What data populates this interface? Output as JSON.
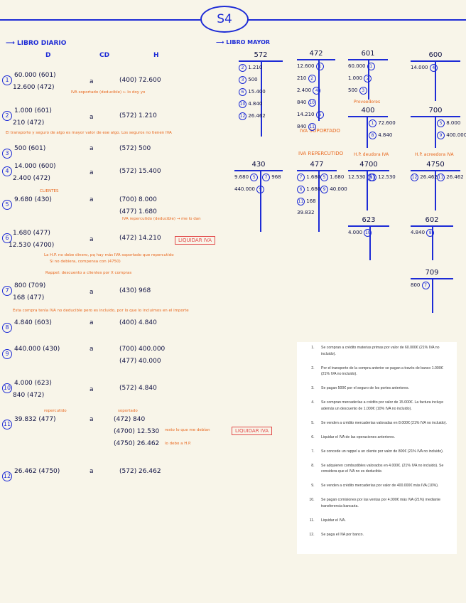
{
  "title": "S4",
  "libro_diario": {
    "heading": "LIBRO DIARIO",
    "cols": {
      "d": "D",
      "cd": "CD",
      "h": "H"
    },
    "entries": [
      {
        "n": "1",
        "debit": [
          "60.000 (601)",
          "12.600 (472)"
        ],
        "credit": [
          "(400) 72.600"
        ]
      },
      {
        "n": "2",
        "debit": [
          "1.000 (601)",
          "210 (472)"
        ],
        "credit": [
          "(572) 1.210"
        ]
      },
      {
        "n": "3",
        "debit": [
          "500 (601)"
        ],
        "credit": [
          "(572) 500"
        ]
      },
      {
        "n": "4",
        "debit": [
          "14.000 (600)",
          "2.400 (472)"
        ],
        "credit": [
          "(572) 15.400"
        ]
      },
      {
        "n": "5",
        "debit": [
          "9.680 (430)"
        ],
        "credit": [
          "(700) 8.000",
          "(477) 1.680"
        ]
      },
      {
        "n": "6",
        "debit": [
          "1.680 (477)",
          "12.530 (4700)"
        ],
        "credit": [
          "(472) 14.210"
        ]
      },
      {
        "n": "7",
        "debit": [
          "800 (709)",
          "168 (477)"
        ],
        "credit": [
          "(430) 968"
        ]
      },
      {
        "n": "8",
        "debit": [
          "4.840 (603)"
        ],
        "credit": [
          "(400) 4.840"
        ]
      },
      {
        "n": "9",
        "debit": [
          "440.000 (430)"
        ],
        "credit": [
          "(700) 400.000",
          "(477) 40.000"
        ]
      },
      {
        "n": "10",
        "debit": [
          "4.000 (623)",
          "840 (472)"
        ],
        "credit": [
          "(572) 4.840"
        ]
      },
      {
        "n": "11",
        "debit": [
          "39.832 (477)"
        ],
        "credit": [
          "(472) 840",
          "(4700) 12.530",
          "(4750) 26.462"
        ]
      },
      {
        "n": "12",
        "debit": [
          "26.462 (4750)"
        ],
        "credit": [
          "(572) 26.462"
        ]
      }
    ],
    "a_label": "a",
    "notes": {
      "n1": "IVA soportado (deducible) ← lo doy yo",
      "n2": "El transporte y seguro de algo es mayor valor de ese algo. Los seguros no tienen IVA",
      "n5a": "CLIENTES",
      "n5b": "IVA repercutido (deducible) → me lo dan",
      "n6a": "La H.P. no debe dinero, pq hay más IVA soportado que repercutido",
      "n6b": "Si no debiera, compensa con (4750)",
      "n7": "Rappel: descuento a clientes por X compras",
      "n8": "Esta compra tenía IVA no deducible pero es incluido, por lo que lo incluimos en el importe",
      "n11a": "repercutido",
      "n11b": "soportado",
      "n11c": "resto lo que me debían",
      "n11d": "lo debo a H.P."
    },
    "liquidar": "LIQUIDAR IVA"
  },
  "libro_mayor": {
    "heading": "LIBRO MAYOR",
    "iva_soportado": "IVA SOPORTADO",
    "iva_repercutido": "IVA REPERCUTIDO",
    "hp_deudora": "H.P. deudora IVA",
    "hp_acreedora": "H.P. acreedora IVA",
    "proveedores": "Proveedores",
    "accounts": {
      "a572": {
        "name": "572",
        "left": [
          [
            "2",
            "1.210"
          ],
          [
            "3",
            "500"
          ],
          [
            "6",
            "15.400"
          ],
          [
            "10",
            "4.840"
          ],
          [
            "12",
            "26.462"
          ]
        ]
      },
      "a472": {
        "name": "472",
        "left": [
          [
            "12.600",
            "1"
          ],
          [
            "210",
            "2"
          ],
          [
            "2.400",
            "4"
          ],
          [
            "840",
            "10"
          ]
        ],
        "right_extra": [
          [
            "14.210",
            "6"
          ],
          [
            "840",
            "11"
          ]
        ]
      },
      "a601": {
        "name": "601",
        "left": [
          [
            "60.000",
            "1"
          ],
          [
            "1.000",
            "2"
          ],
          [
            "500",
            "3"
          ]
        ]
      },
      "a600": {
        "name": "600",
        "left": [
          [
            "14.000",
            "4"
          ]
        ]
      },
      "a400": {
        "name": "400",
        "right": [
          [
            "1",
            "72.600"
          ],
          [
            "8",
            "4.840"
          ]
        ]
      },
      "a700": {
        "name": "700",
        "right": [
          [
            "5",
            "8.000"
          ],
          [
            "9",
            "400.000"
          ]
        ]
      },
      "a430": {
        "name": "430",
        "left": [
          [
            "9.680",
            "5"
          ],
          [
            "440.000",
            "9"
          ]
        ],
        "right": [
          [
            "7",
            "968"
          ]
        ]
      },
      "a477": {
        "name": "477",
        "left": [
          [
            "7",
            "1.680"
          ],
          [
            "6",
            "1.680"
          ],
          [
            "11",
            "168"
          ],
          [
            "",
            "39.832"
          ]
        ],
        "right": [
          [
            "5",
            "1.680"
          ],
          [
            "9",
            "40.000"
          ]
        ]
      },
      "a4700": {
        "name": "4700",
        "left": [
          [
            "12.530",
            "6"
          ]
        ],
        "right": [
          [
            "11",
            "12.530"
          ]
        ]
      },
      "a4750": {
        "name": "4750",
        "left": [
          [
            "12",
            "26.462"
          ]
        ],
        "right": [
          [
            "11",
            "26.462"
          ]
        ]
      },
      "a623": {
        "name": "623",
        "left": [
          [
            "4.000",
            "10"
          ]
        ]
      },
      "a602": {
        "name": "602",
        "left": [
          [
            "4.840",
            "8"
          ]
        ]
      },
      "a709": {
        "name": "709",
        "left": [
          [
            "800",
            "7"
          ]
        ]
      }
    }
  },
  "statements": [
    "Se compran a crédito materias primas por valor de 60.000€ (21% IVA no incluido).",
    "Por el transporte de la compra anterior se pagan a través de banco 1.000€ (21% IVA no incluido).",
    "Se pagan 500€ por el seguro de los portes anteriores.",
    "Se compran mercaderías a crédito por valor de 15.000€. La factura incluye además un descuento de 1.000€ (10% IVA no incluido).",
    "Se venden a crédito mercaderías valoradas en 8.000€ (21% IVA no incluido).",
    "Liquidar el IVA de las operaciones anteriores.",
    "Se concede un rappel a un cliente por valor de 800€ (21% IVA no incluido).",
    "Se adquieren combustibles valorados en 4.000€. (21% IVA no incluido). Se considera que el IVA no es deducible.",
    "Se venden a crédito mercaderías por valor de 400.000€ más IVA (10%).",
    "Se pagan comisiones por las ventas por 4.000€ más IVA (21%) mediante transferencia bancaria.",
    "Liquidar el IVA.",
    "Se paga el IVA por banco."
  ]
}
